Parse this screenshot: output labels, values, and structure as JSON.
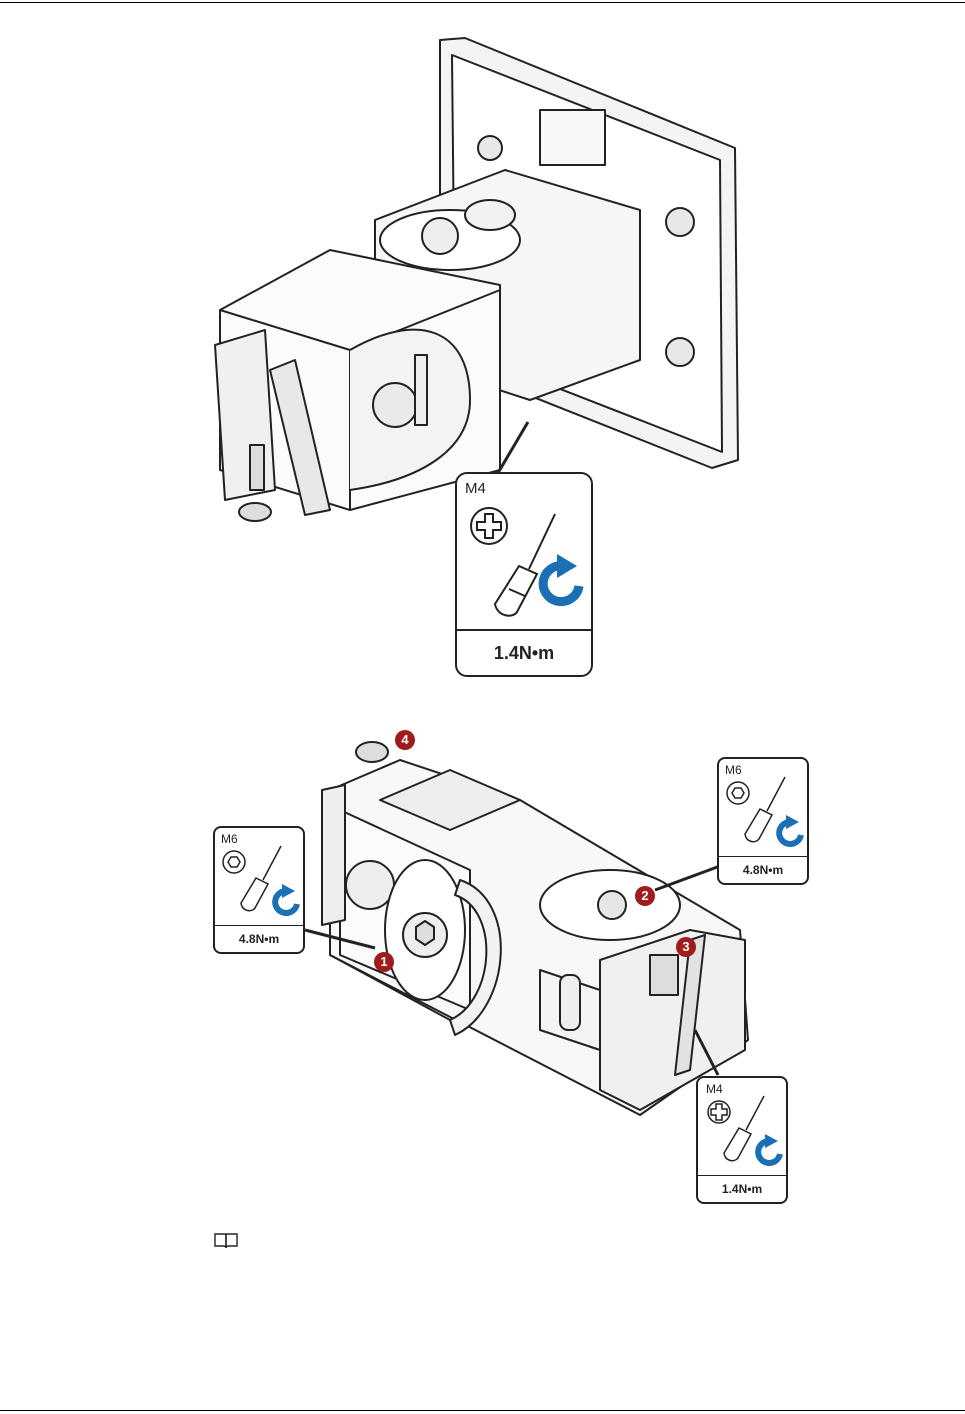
{
  "figure1": {
    "callout": {
      "screw": "M4",
      "torque": "1.4N•m",
      "head_icon": "phillips-head-icon",
      "rotation_icon": "clockwise-arrow-icon"
    }
  },
  "figure2": {
    "callouts": [
      {
        "screw": "M6",
        "torque": "4.8N•m",
        "head_icon": "hex-head-icon"
      },
      {
        "screw": "M6",
        "torque": "4.8N•m",
        "head_icon": "hex-head-icon"
      },
      {
        "screw": "M4",
        "torque": "1.4N•m",
        "head_icon": "phillips-head-icon"
      }
    ],
    "steps": [
      "1",
      "2",
      "3",
      "4"
    ]
  },
  "colors": {
    "step_badge": "#a01c1c",
    "rotation_arrow": "#1a6fb5",
    "outline": "#222222"
  },
  "note": {
    "icon": "book-note-icon"
  }
}
